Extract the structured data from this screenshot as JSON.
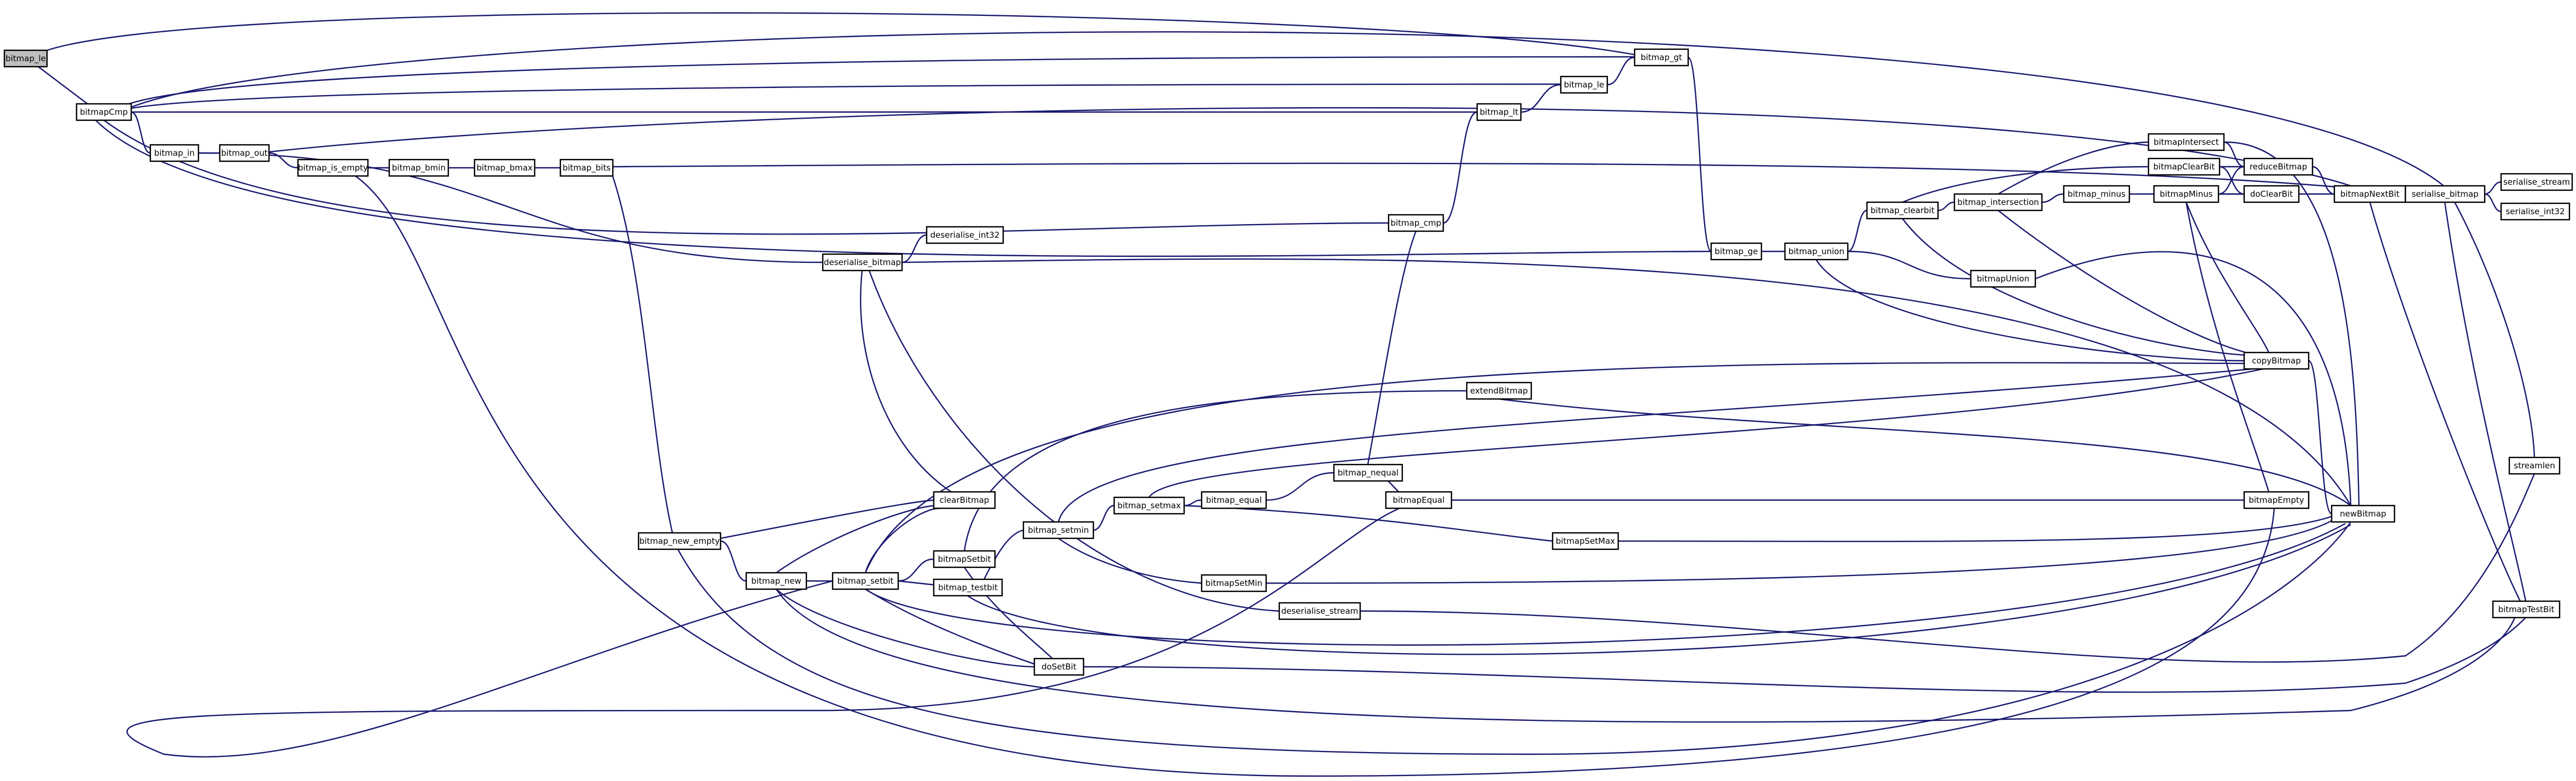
{
  "graph": {
    "root": "bitmap_le",
    "colors": {
      "edge": "#191970",
      "node_border": "#000000",
      "root_fill": "#bfbfbf",
      "node_fill": "#ffffff"
    },
    "nodes": [
      {
        "id": "bitmap_le",
        "label": "bitmap_le"
      },
      {
        "id": "bitmapCmp",
        "label": "bitmapCmp"
      },
      {
        "id": "bitmap_in",
        "label": "bitmap_in"
      },
      {
        "id": "bitmap_out",
        "label": "bitmap_out"
      },
      {
        "id": "bitmap_is_empty",
        "label": "bitmap_is_empty"
      },
      {
        "id": "bitmap_bmin",
        "label": "bitmap_bmin"
      },
      {
        "id": "bitmap_bmax",
        "label": "bitmap_bmax"
      },
      {
        "id": "bitmap_bits",
        "label": "bitmap_bits"
      },
      {
        "id": "bitmap_gt",
        "label": "bitmap_gt"
      },
      {
        "id": "bitmap_lt_2",
        "label": "bitmap_le"
      },
      {
        "id": "bitmap_lt",
        "label": "bitmap_lt"
      },
      {
        "id": "bitmap_cmp",
        "label": "bitmap_cmp"
      },
      {
        "id": "bitmap_ge",
        "label": "bitmap_ge"
      },
      {
        "id": "bitmap_union",
        "label": "bitmap_union"
      },
      {
        "id": "bitmap_clearbit",
        "label": "bitmap_clearbit"
      },
      {
        "id": "bitmap_intersection",
        "label": "bitmap_intersection"
      },
      {
        "id": "bitmap_minus",
        "label": "bitmap_minus"
      },
      {
        "id": "bitmapIntersect",
        "label": "bitmapIntersect"
      },
      {
        "id": "bitmapClearBit",
        "label": "bitmapClearBit"
      },
      {
        "id": "bitmapMinus",
        "label": "bitmapMinus"
      },
      {
        "id": "reduceBitmap",
        "label": "reduceBitmap"
      },
      {
        "id": "doClearBit",
        "label": "doClearBit"
      },
      {
        "id": "bitmapNextBit",
        "label": "bitmapNextBit"
      },
      {
        "id": "serialise_bitmap",
        "label": "serialise_bitmap"
      },
      {
        "id": "serialise_stream",
        "label": "serialise_stream"
      },
      {
        "id": "serialise_int32",
        "label": "serialise_int32"
      },
      {
        "id": "bitmapUnion",
        "label": "bitmapUnion"
      },
      {
        "id": "deserialise_bitmap",
        "label": "deserialise_bitmap"
      },
      {
        "id": "deserialise_int32",
        "label": "deserialise_int32"
      },
      {
        "id": "copyBitmap",
        "label": "copyBitmap"
      },
      {
        "id": "extendBitmap",
        "label": "extendBitmap"
      },
      {
        "id": "streamlen",
        "label": "streamlen"
      },
      {
        "id": "newBitmap",
        "label": "newBitmap"
      },
      {
        "id": "bitmapEmpty",
        "label": "bitmapEmpty"
      },
      {
        "id": "bitmapEqual",
        "label": "bitmapEqual"
      },
      {
        "id": "bitmap_nequal",
        "label": "bitmap_nequal"
      },
      {
        "id": "bitmap_equal",
        "label": "bitmap_equal"
      },
      {
        "id": "bitmap_setmax",
        "label": "bitmap_setmax"
      },
      {
        "id": "bitmap_setmin",
        "label": "bitmap_setmin"
      },
      {
        "id": "bitmapSetMax",
        "label": "bitmapSetMax"
      },
      {
        "id": "bitmapSetMin",
        "label": "bitmapSetMin"
      },
      {
        "id": "clearBitmap",
        "label": "clearBitmap"
      },
      {
        "id": "bitmap_new_empty",
        "label": "bitmap_new_empty"
      },
      {
        "id": "bitmap_new",
        "label": "bitmap_new"
      },
      {
        "id": "bitmap_setbit",
        "label": "bitmap_setbit"
      },
      {
        "id": "bitmapSetbit",
        "label": "bitmapSetbit"
      },
      {
        "id": "bitmap_testbit",
        "label": "bitmap_testbit"
      },
      {
        "id": "deserialise_stream",
        "label": "deserialise_stream"
      },
      {
        "id": "doSetBit",
        "label": "doSetBit"
      },
      {
        "id": "bitmapTestBit",
        "label": "bitmapTestBit"
      }
    ],
    "edges": [
      [
        "bitmap_le",
        "bitmapCmp"
      ],
      [
        "bitmap_le",
        "bitmap_gt"
      ],
      [
        "bitmapCmp",
        "bitmap_in"
      ],
      [
        "bitmapCmp",
        "serialise_bitmap"
      ],
      [
        "bitmap_in",
        "bitmap_out"
      ],
      [
        "bitmap_in",
        "deserialise_bitmap"
      ],
      [
        "bitmap_out",
        "bitmap_is_empty"
      ],
      [
        "bitmap_out",
        "bitmapNextBit"
      ],
      [
        "bitmap_is_empty",
        "bitmap_bmin"
      ],
      [
        "bitmap_is_empty",
        "bitmapEmpty"
      ],
      [
        "bitmap_bmin",
        "bitmap_bmax"
      ],
      [
        "bitmap_bmax",
        "bitmap_bits"
      ],
      [
        "bitmap_bits",
        "serialise_bitmap"
      ],
      [
        "bitmap_bits",
        "bitmap_new_empty"
      ],
      [
        "bitmap_gt",
        "bitmapCmp"
      ],
      [
        "bitmap_gt",
        "bitmap_ge"
      ],
      [
        "bitmap_lt_2",
        "bitmap_gt"
      ],
      [
        "bitmap_lt_2",
        "bitmapCmp"
      ],
      [
        "bitmap_lt",
        "bitmap_lt_2"
      ],
      [
        "bitmap_lt",
        "bitmapCmp"
      ],
      [
        "bitmap_cmp",
        "bitmap_lt"
      ],
      [
        "bitmap_cmp",
        "bitmapCmp"
      ],
      [
        "bitmap_ge",
        "bitmapCmp"
      ],
      [
        "bitmap_ge",
        "bitmap_union"
      ],
      [
        "bitmap_union",
        "bitmap_clearbit"
      ],
      [
        "bitmap_union",
        "bitmapUnion"
      ],
      [
        "bitmap_union",
        "copyBitmap"
      ],
      [
        "bitmap_clearbit",
        "bitmap_intersection"
      ],
      [
        "bitmap_clearbit",
        "bitmapClearBit"
      ],
      [
        "bitmap_clearbit",
        "copyBitmap"
      ],
      [
        "bitmap_intersection",
        "bitmap_minus"
      ],
      [
        "bitmap_intersection",
        "bitmapIntersect"
      ],
      [
        "bitmap_intersection",
        "copyBitmap"
      ],
      [
        "bitmap_minus",
        "bitmapMinus"
      ],
      [
        "bitmapIntersect",
        "reduceBitmap"
      ],
      [
        "bitmapIntersect",
        "newBitmap"
      ],
      [
        "bitmapClearBit",
        "reduceBitmap"
      ],
      [
        "bitmapClearBit",
        "doClearBit"
      ],
      [
        "bitmapMinus",
        "reduceBitmap"
      ],
      [
        "bitmapMinus",
        "doClearBit"
      ],
      [
        "bitmapMinus",
        "copyBitmap"
      ],
      [
        "bitmapMinus",
        "bitmapEmpty"
      ],
      [
        "bitmapMinus",
        "bitmapNextBit"
      ],
      [
        "reduceBitmap",
        "bitmapNextBit"
      ],
      [
        "bitmapNextBit",
        "serialise_bitmap"
      ],
      [
        "bitmapNextBit",
        "bitmapTestBit"
      ],
      [
        "serialise_bitmap",
        "serialise_stream"
      ],
      [
        "serialise_bitmap",
        "serialise_int32"
      ],
      [
        "serialise_bitmap",
        "streamlen"
      ],
      [
        "serialise_bitmap",
        "bitmapTestBit"
      ],
      [
        "bitmapUnion",
        "newBitmap"
      ],
      [
        "deserialise_bitmap",
        "deserialise_int32"
      ],
      [
        "deserialise_bitmap",
        "clearBitmap"
      ],
      [
        "deserialise_bitmap",
        "newBitmap"
      ],
      [
        "deserialise_bitmap",
        "deserialise_stream"
      ],
      [
        "copyBitmap",
        "newBitmap"
      ],
      [
        "extendBitmap",
        "newBitmap"
      ],
      [
        "bitmapEqual",
        "bitmapEmpty"
      ],
      [
        "bitmap_nequal",
        "bitmapEqual"
      ],
      [
        "bitmap_nequal",
        "bitmap_cmp"
      ],
      [
        "bitmap_equal",
        "bitmap_nequal"
      ],
      [
        "bitmap_setmax",
        "bitmap_equal"
      ],
      [
        "bitmap_setmax",
        "bitmapSetMax"
      ],
      [
        "bitmap_setmax",
        "copyBitmap"
      ],
      [
        "bitmap_setmin",
        "bitmap_setmax"
      ],
      [
        "bitmap_setmin",
        "bitmapSetMin"
      ],
      [
        "bitmap_setmin",
        "copyBitmap"
      ],
      [
        "bitmapSetMax",
        "newBitmap"
      ],
      [
        "bitmapSetMin",
        "newBitmap"
      ],
      [
        "bitmap_new_empty",
        "clearBitmap"
      ],
      [
        "bitmap_new_empty",
        "bitmap_new"
      ],
      [
        "bitmap_new_empty",
        "newBitmap"
      ],
      [
        "bitmap_new",
        "clearBitmap"
      ],
      [
        "bitmap_new",
        "bitmap_setbit"
      ],
      [
        "bitmap_new",
        "doSetBit"
      ],
      [
        "bitmap_new",
        "bitmapTestBit"
      ],
      [
        "bitmap_setbit",
        "clearBitmap"
      ],
      [
        "bitmap_setbit",
        "bitmapSetbit"
      ],
      [
        "bitmap_setbit",
        "bitmap_testbit"
      ],
      [
        "bitmap_setbit",
        "doSetBit"
      ],
      [
        "bitmap_setbit",
        "copyBitmap"
      ],
      [
        "bitmap_setbit",
        "newBitmap"
      ],
      [
        "bitmap_setbit",
        "bitmapEqual"
      ],
      [
        "bitmapSetbit",
        "extendBitmap"
      ],
      [
        "bitmapSetbit",
        "doSetBit"
      ],
      [
        "bitmap_testbit",
        "bitmap_setmin"
      ],
      [
        "bitmap_testbit",
        "newBitmap"
      ],
      [
        "deserialise_stream",
        "streamlen"
      ],
      [
        "doSetBit",
        "bitmapTestBit"
      ]
    ]
  }
}
